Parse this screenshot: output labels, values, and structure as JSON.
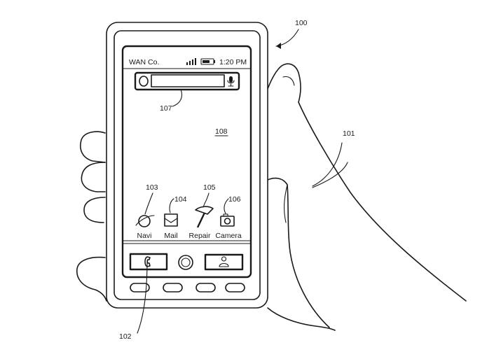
{
  "status_bar": {
    "carrier": "WAN Co.",
    "time": "1:20 PM",
    "signal_icon": "signal-bars-icon",
    "battery_icon": "battery-icon"
  },
  "search_bar": {
    "left_icon": "search-circle-icon",
    "right_icon": "microphone-icon"
  },
  "apps": [
    {
      "label": "Navi",
      "icon": "globe-icon"
    },
    {
      "label": "Mail",
      "icon": "envelope-icon"
    },
    {
      "label": "Repair",
      "icon": "hammer-icon"
    },
    {
      "label": "Camera",
      "icon": "camera-icon"
    }
  ],
  "dock": {
    "phone_icon": "phone-handset-icon",
    "home_icon": "home-circle-icon",
    "contact_icon": "person-icon"
  },
  "hardware_buttons_icon": "hardware-key-icon",
  "reference_numerals": {
    "device": "100",
    "hand": "101",
    "phone_key": "102",
    "navi": "103",
    "mail": "104",
    "repair": "105",
    "camera": "106",
    "search": "107",
    "screen": "108"
  }
}
